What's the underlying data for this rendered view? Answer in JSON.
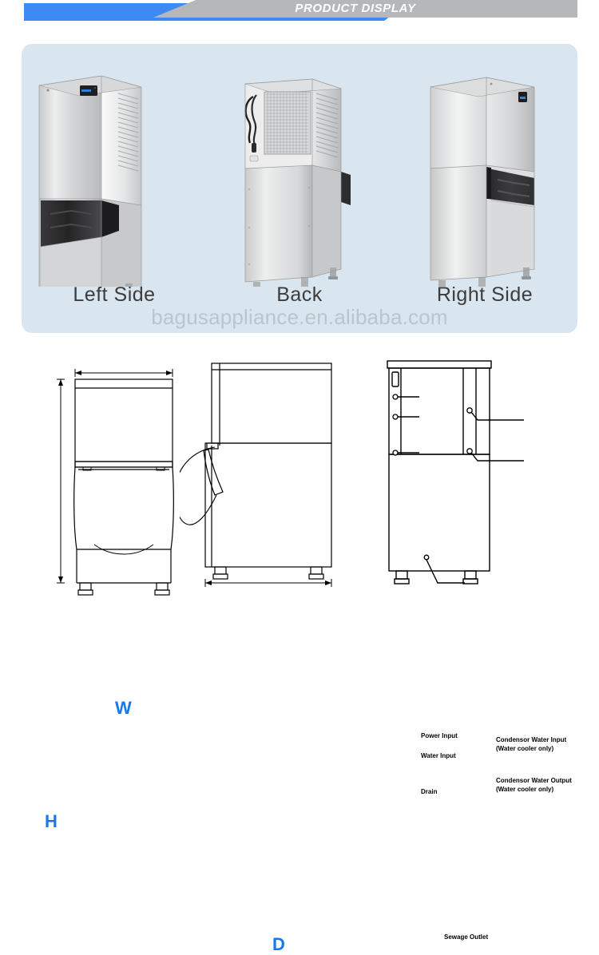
{
  "banner": {
    "title": "PRODUCT DISPLAY",
    "blue_color": "#3d8bf2",
    "gray_color": "#b6b7b9"
  },
  "photo_panel": {
    "background_color": "#d9e6ef",
    "views": [
      {
        "caption": "Left Side",
        "icon": "ice-machine-left-photo"
      },
      {
        "caption": "Back",
        "icon": "ice-machine-back-photo"
      },
      {
        "caption": "Right Side",
        "icon": "ice-machine-right-photo"
      }
    ],
    "watermark": "bagusappliance.en.alibaba.com"
  },
  "drawings": {
    "dimension_color": "#1878f0",
    "front_view": {
      "width_label": "W",
      "height_label": "H"
    },
    "side_view": {
      "depth_label": "D"
    },
    "rear_view": {
      "labels": [
        "Power Input",
        "Water Input",
        "Drain",
        "Condensor Water Input",
        "(Water cooler only)",
        "Condensor Water Output",
        "(Water cooler only)",
        "Sewage Outlet"
      ]
    }
  }
}
